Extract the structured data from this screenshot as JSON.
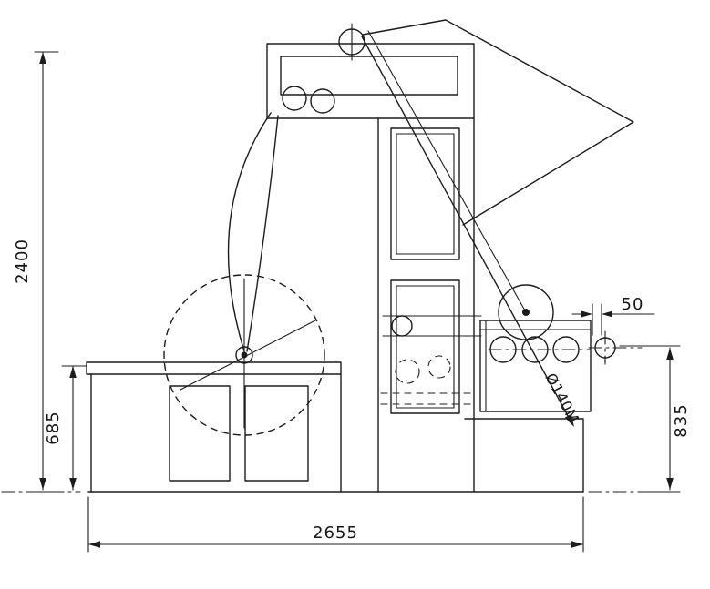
{
  "drawing": {
    "type": "machine-side-elevation-technical-drawing",
    "background": "#ffffff",
    "line_color": "#1c1c1c"
  },
  "dims": {
    "overall_height": "2400",
    "table_height": "685",
    "overall_width": "2655",
    "discharge_height": "835",
    "gap_offset": "50",
    "web_label": "Ø140M"
  }
}
